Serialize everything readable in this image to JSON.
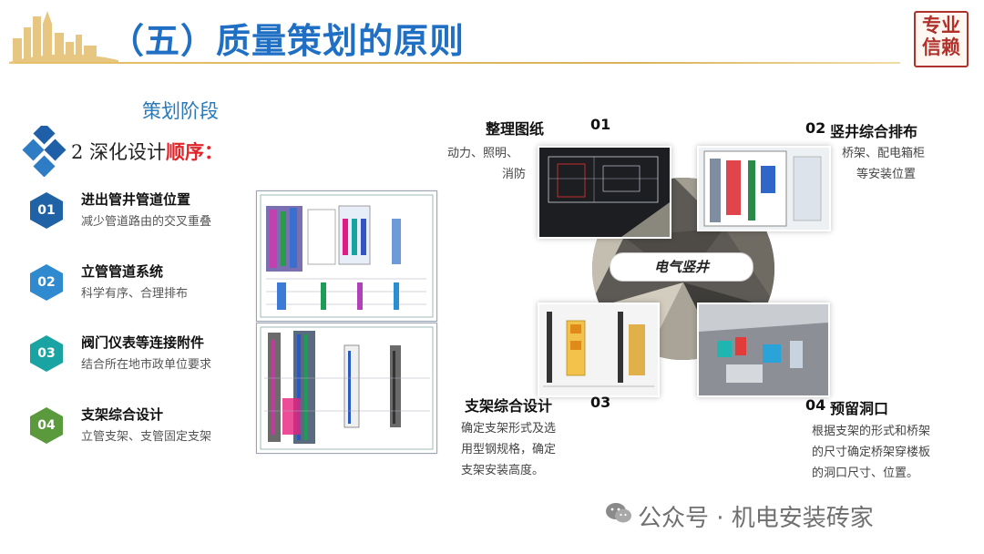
{
  "header": {
    "title": "（五）质量策划的原则",
    "seal_text": "专业信赖"
  },
  "left": {
    "phase_title": "策划阶段",
    "section_prefix": "2  深化设计",
    "section_highlight": "顺序：",
    "steps": [
      {
        "num": "01",
        "title": "进出管井管道位置",
        "desc": "减少管道路由的交叉重叠",
        "color": "#1f63a6"
      },
      {
        "num": "02",
        "title": "立管管道系统",
        "desc": "科学有序、合理排布",
        "color": "#2f8ad0"
      },
      {
        "num": "03",
        "title": "阀门仪表等连接附件",
        "desc": "结合所在地市政单位要求",
        "color": "#1aa3a3"
      },
      {
        "num": "04",
        "title": "支架综合设计",
        "desc": "立管支架、支管固定支架",
        "color": "#5a9a3c"
      }
    ]
  },
  "right": {
    "center_label": "电气竖井",
    "items": [
      {
        "num": "01",
        "title": "整理图纸",
        "desc_lines": [
          "动力、照明、",
          "消防"
        ]
      },
      {
        "num": "02",
        "title": "竖井综合排布",
        "desc_lines": [
          "桥架、配电箱柜",
          "等安装位置"
        ]
      },
      {
        "num": "03",
        "title": "支架综合设计",
        "desc_lines": [
          "确定支架形式及选",
          "用型钢规格，确定",
          "支架安装高度。"
        ]
      },
      {
        "num": "04",
        "title": "预留洞口",
        "desc_lines": [
          "根据支架的形式和桥架",
          "的尺寸确定桥架穿楼板",
          "的洞口尺寸、位置。"
        ]
      }
    ]
  },
  "watermark": "公众号 · 机电安装砖家"
}
